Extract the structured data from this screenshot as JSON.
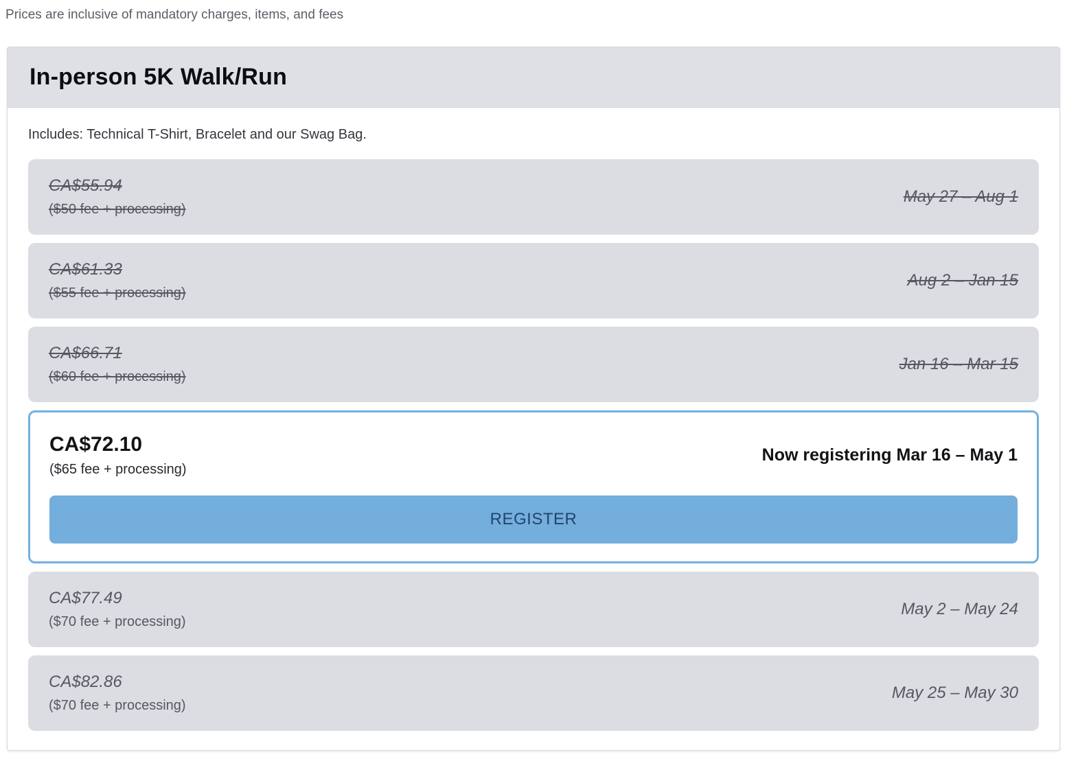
{
  "note": "Prices are inclusive of mandatory charges, items, and fees",
  "card": {
    "title": "In-person 5K Walk/Run",
    "includes": "Includes: Technical T-Shirt, Bracelet and our Swag Bag.",
    "tiers": [
      {
        "price": "CA$55.94",
        "fee": "($50 fee + processing)",
        "dates": "May 27 – Aug 1",
        "status": "past"
      },
      {
        "price": "CA$61.33",
        "fee": "($55 fee + processing)",
        "dates": "Aug 2 – Jan 15",
        "status": "past"
      },
      {
        "price": "CA$66.71",
        "fee": "($60 fee + processing)",
        "dates": "Jan 16 – Mar 15",
        "status": "past"
      },
      {
        "price": "CA$72.10",
        "fee": "($65 fee + processing)",
        "dates": "Now registering Mar 16 – May 1",
        "status": "active",
        "button_label": "REGISTER"
      },
      {
        "price": "CA$77.49",
        "fee": "($70 fee + processing)",
        "dates": "May 2 – May 24",
        "status": "future"
      },
      {
        "price": "CA$82.86",
        "fee": "($70 fee + processing)",
        "dates": "May 25 – May 30",
        "status": "future"
      }
    ]
  },
  "colors": {
    "accent_blue": "#73aedd",
    "active_border_blue": "#74b0de",
    "button_text_navy": "#21456e",
    "tier_background": "#dcdde3",
    "header_background": "#dfe0e6",
    "muted_text": "#54585f"
  }
}
